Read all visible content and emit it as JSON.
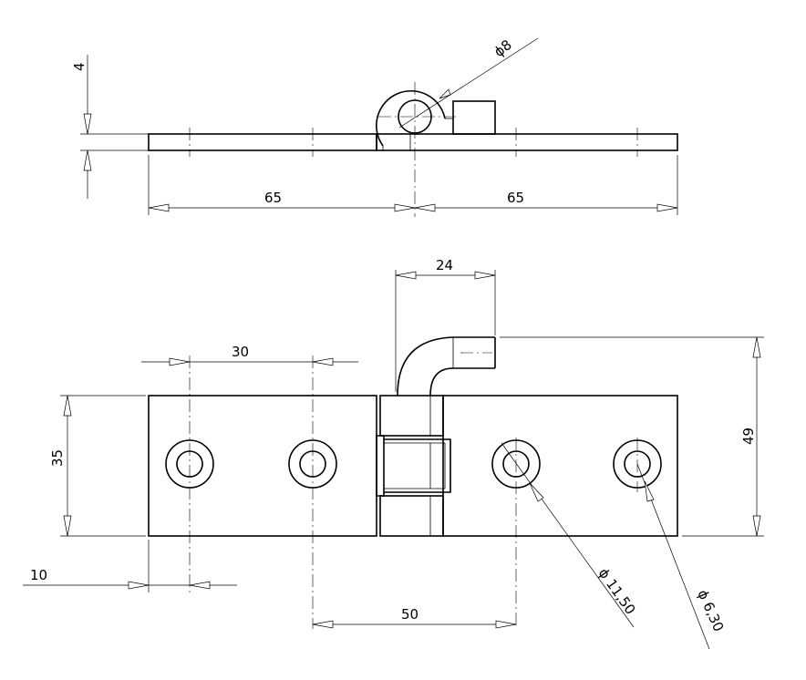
{
  "drawing": {
    "dimensions": {
      "plate_thickness": "4",
      "pin_diameter": "ϕ8",
      "left_leaf_length": "65",
      "right_leaf_length": "65",
      "pin_offset": "24",
      "hole_spacing": "30",
      "leaf_width": "35",
      "overall_height": "49",
      "hole_edge_distance": "10",
      "center_distance": "50",
      "counterbore_diameter": "ϕ 11,50",
      "hole_diameter": "ϕ 6,30"
    }
  }
}
